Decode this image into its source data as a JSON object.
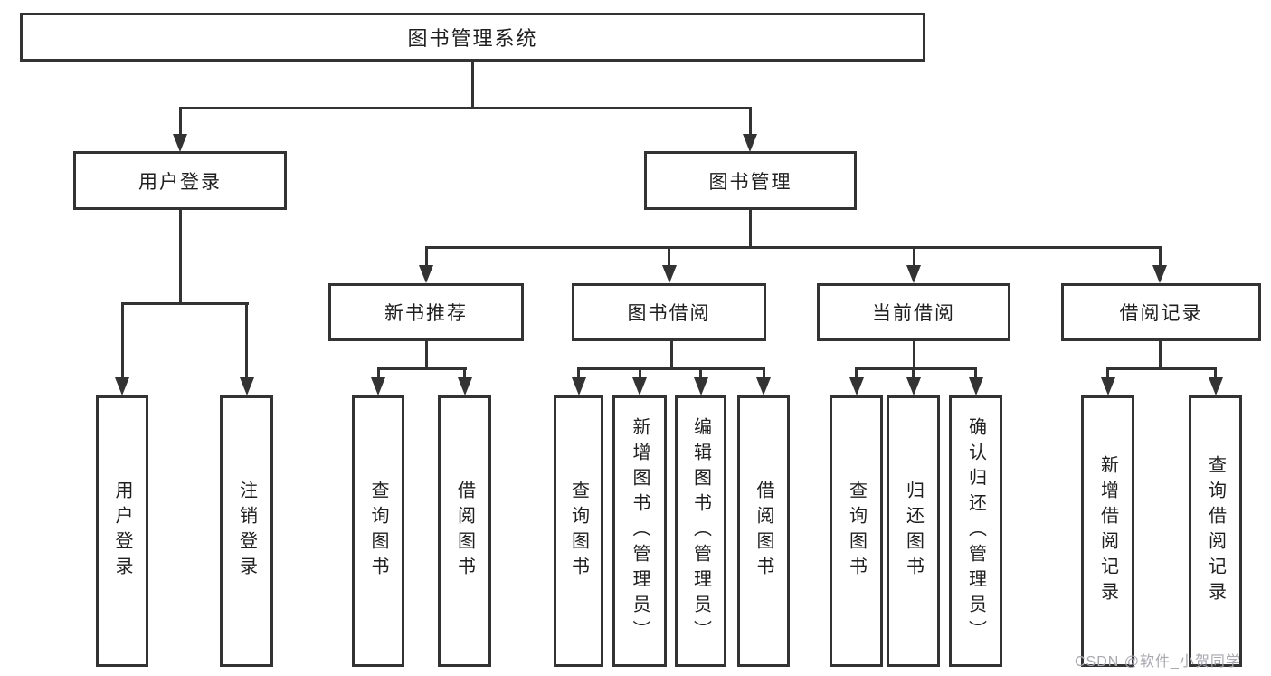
{
  "tree": {
    "label": "图书管理系统",
    "children": [
      {
        "label": "用户登录",
        "children": [
          {
            "label": "用户登录"
          },
          {
            "label": "注销登录"
          }
        ]
      },
      {
        "label": "图书管理",
        "children": [
          {
            "label": "新书推荐",
            "children": [
              {
                "label": "查询图书"
              },
              {
                "label": "借阅图书"
              }
            ]
          },
          {
            "label": "图书借阅",
            "children": [
              {
                "label": "查询图书"
              },
              {
                "label": "新增图书（管理员）"
              },
              {
                "label": "编辑图书（管理员）"
              },
              {
                "label": "借阅图书"
              }
            ]
          },
          {
            "label": "当前借阅",
            "children": [
              {
                "label": "查询图书"
              },
              {
                "label": "归还图书"
              },
              {
                "label": "确认归还（管理员）"
              }
            ]
          },
          {
            "label": "借阅记录",
            "children": [
              {
                "label": "新增借阅记录"
              },
              {
                "label": "查询借阅记录"
              }
            ]
          }
        ]
      }
    ]
  },
  "watermark": {
    "text": "CSDN @软件_小贺同学"
  },
  "colors": {
    "line": "#333333",
    "border": "#333333",
    "text": "#1f1f1f",
    "watermark": "#a8a8af",
    "background": "#ffffff"
  }
}
